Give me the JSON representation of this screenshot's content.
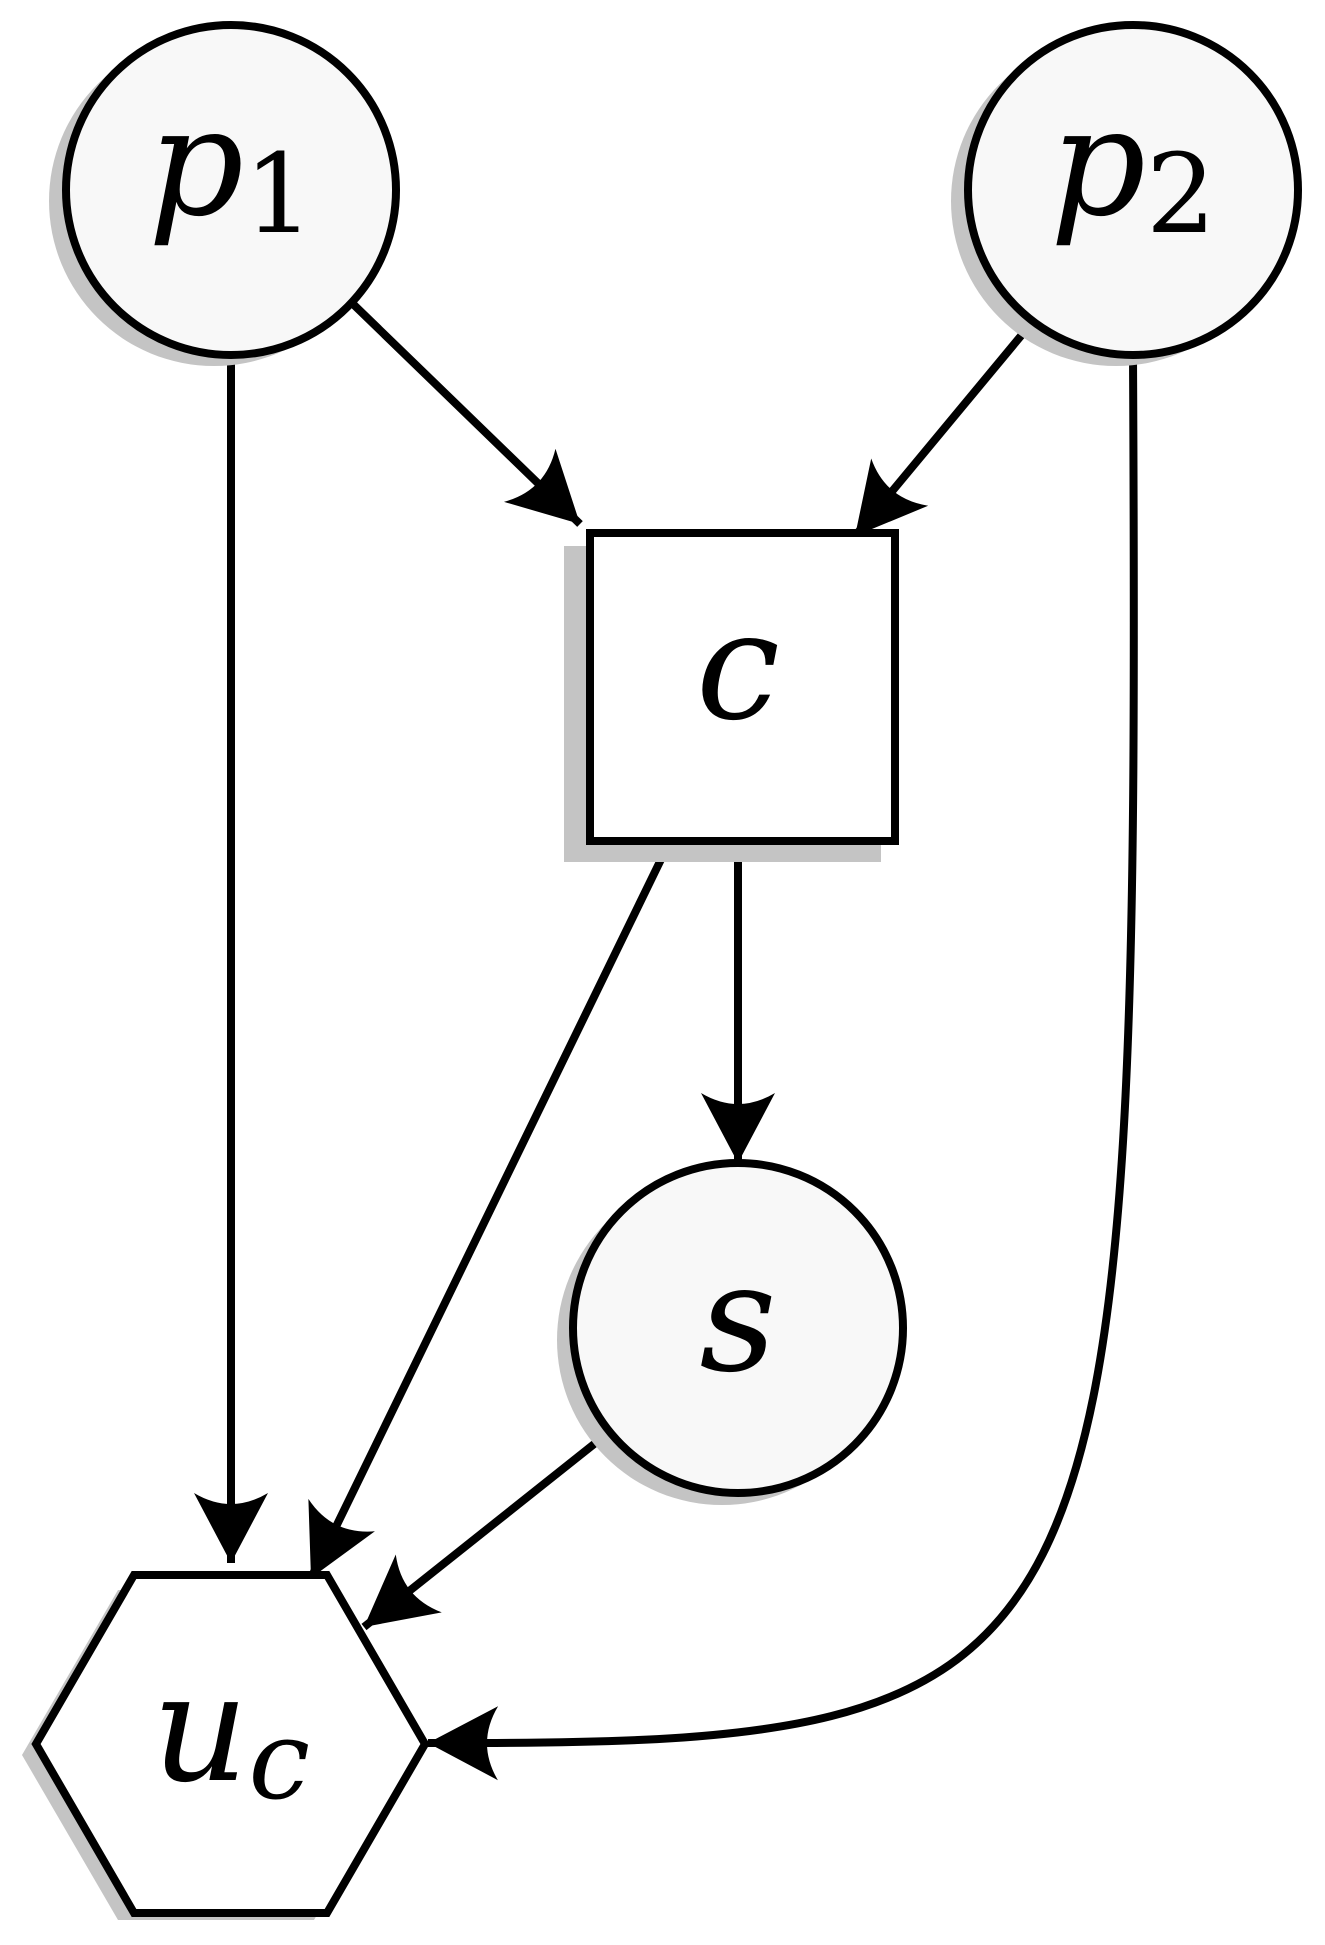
{
  "diagram": {
    "nodes": [
      {
        "id": "p1",
        "shape": "circle",
        "label": "p",
        "subscript": "1",
        "fill": "#f8f8f8"
      },
      {
        "id": "p2",
        "shape": "circle",
        "label": "p",
        "subscript": "2",
        "fill": "#f8f8f8"
      },
      {
        "id": "c",
        "shape": "rectangle",
        "label": "c",
        "subscript": "",
        "fill": "#ffffff"
      },
      {
        "id": "s",
        "shape": "circle",
        "label": "s",
        "subscript": "",
        "fill": "#f8f8f8"
      },
      {
        "id": "uc",
        "shape": "hexagon",
        "label": "u",
        "subscript": "c",
        "fill": "#ffffff"
      }
    ],
    "edges": [
      {
        "from": "p1",
        "to": "c"
      },
      {
        "from": "p2",
        "to": "c"
      },
      {
        "from": "p1",
        "to": "uc"
      },
      {
        "from": "c",
        "to": "s"
      },
      {
        "from": "c",
        "to": "uc"
      },
      {
        "from": "s",
        "to": "uc"
      },
      {
        "from": "p2",
        "to": "uc"
      }
    ],
    "colors": {
      "stroke": "#000000",
      "shadow": "#c4c4c4",
      "node_fill": "#f8f8f8"
    }
  }
}
